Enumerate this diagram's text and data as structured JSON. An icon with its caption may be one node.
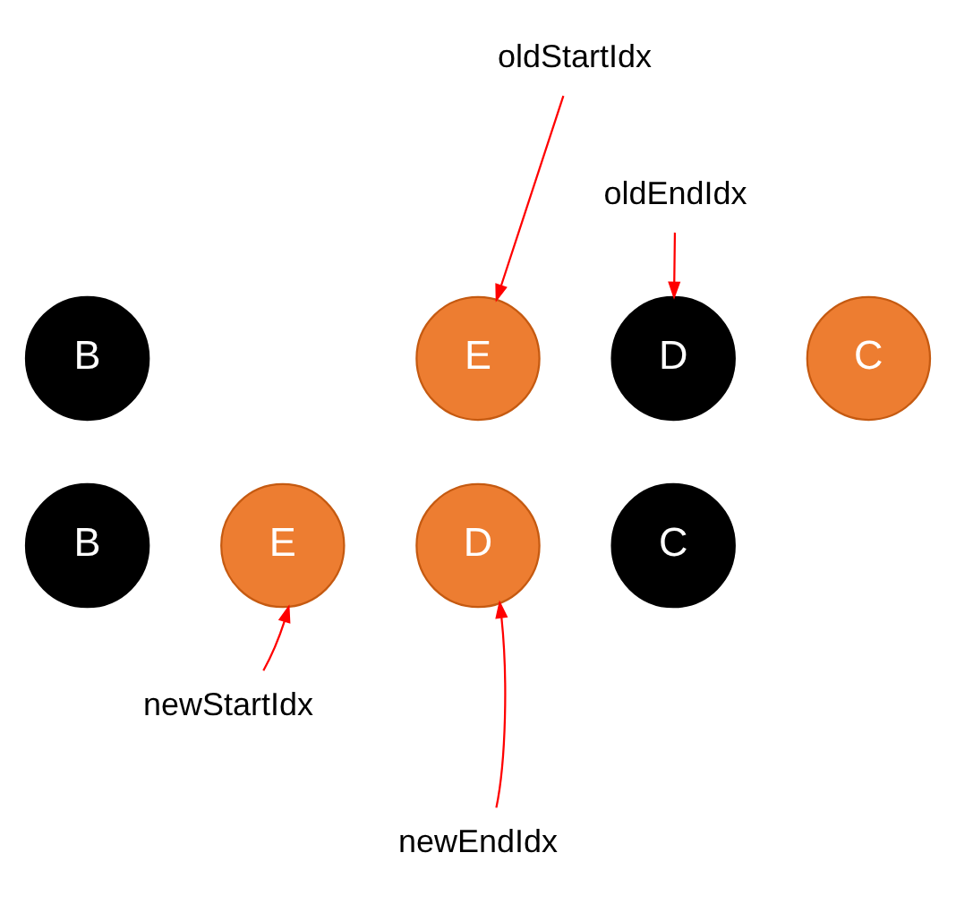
{
  "diagram": {
    "nodes": [
      {
        "text": [
          "oldEndIdx"
        ]
      },
      {
        "text": [
          "oldStartIdx"
        ]
      },
      {
        "text": [
          "B"
        ]
      },
      {
        "text": [
          "E"
        ]
      },
      {
        "text": [
          "D"
        ]
      },
      {
        "text": [
          "C"
        ]
      },
      {
        "text": [
          "B"
        ]
      },
      {
        "text": [
          "E"
        ]
      },
      {
        "text": [
          "D"
        ]
      },
      {
        "text": [
          "C"
        ]
      },
      {
        "text": [
          "newStartIdx"
        ]
      },
      {
        "text": [
          "newEndIdx"
        ]
      }
    ],
    "edges": [
      {
        "from": 1,
        "to": 3,
        "arrow": "to"
      },
      {
        "from": 0,
        "to": 4,
        "arrow": "to"
      },
      {
        "from": 10,
        "to": 7,
        "arrow": "to"
      },
      {
        "from": 11,
        "to": 8,
        "arrow": "to"
      }
    ]
  }
}
